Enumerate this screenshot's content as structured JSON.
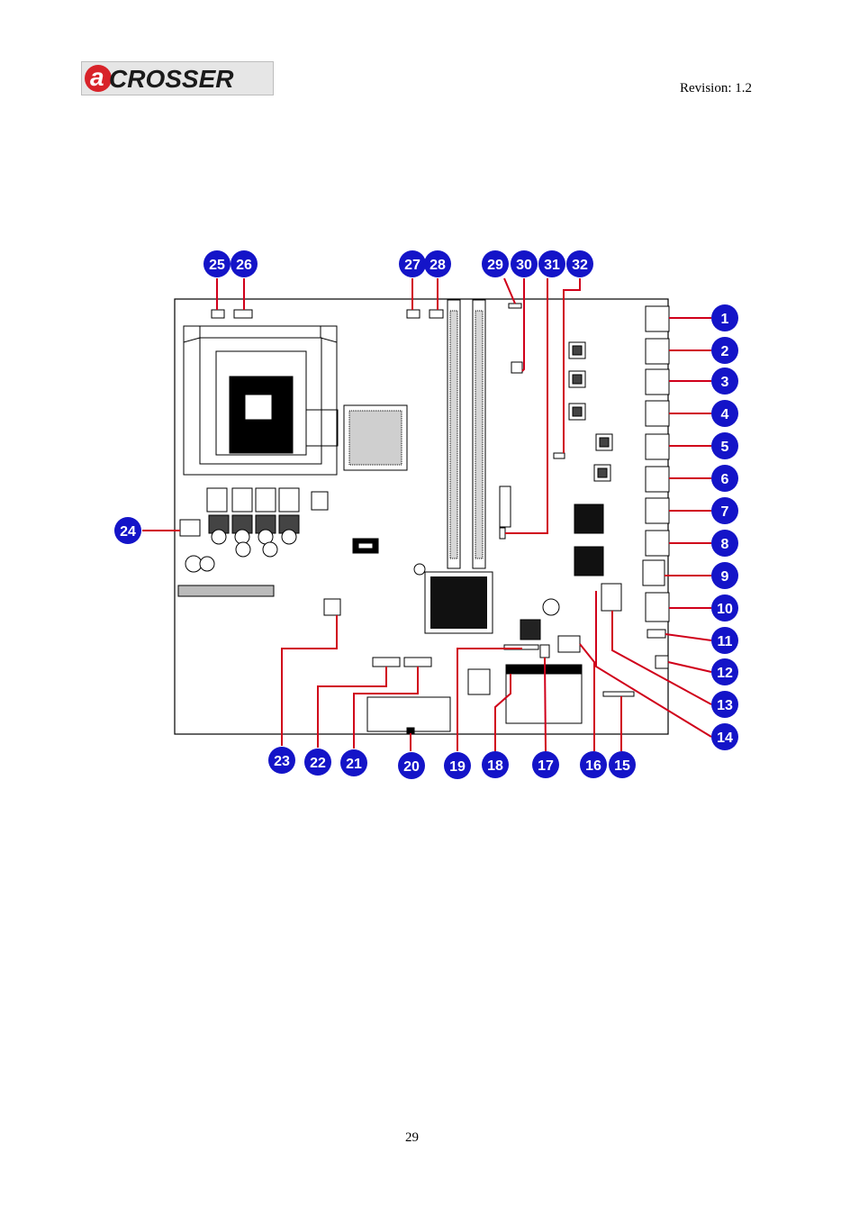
{
  "header": {
    "logo_text": "CROSSER",
    "logo_mark": "a",
    "revision": "Revision: 1.2"
  },
  "diagram": {
    "callouts": [
      {
        "label": "1"
      },
      {
        "label": "2"
      },
      {
        "label": "3"
      },
      {
        "label": "4"
      },
      {
        "label": "5"
      },
      {
        "label": "6"
      },
      {
        "label": "7"
      },
      {
        "label": "8"
      },
      {
        "label": "9"
      },
      {
        "label": "10"
      },
      {
        "label": "11"
      },
      {
        "label": "12"
      },
      {
        "label": "13"
      },
      {
        "label": "14"
      },
      {
        "label": "15"
      },
      {
        "label": "16"
      },
      {
        "label": "17"
      },
      {
        "label": "18"
      },
      {
        "label": "19"
      },
      {
        "label": "20"
      },
      {
        "label": "21"
      },
      {
        "label": "22"
      },
      {
        "label": "23"
      },
      {
        "label": "24"
      },
      {
        "label": "25"
      },
      {
        "label": "26"
      },
      {
        "label": "27"
      },
      {
        "label": "28"
      },
      {
        "label": "29"
      },
      {
        "label": "30"
      },
      {
        "label": "31"
      },
      {
        "label": "32"
      }
    ],
    "callout_color": "#1414c8",
    "leader_color": "#d0001a"
  },
  "footer": {
    "page_number": "29"
  }
}
